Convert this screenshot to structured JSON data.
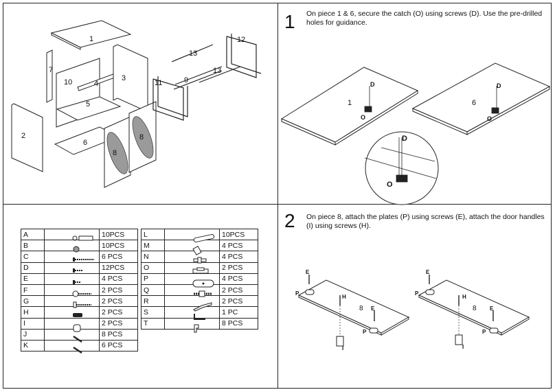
{
  "overview": {
    "piece_labels": [
      "1",
      "7",
      "10",
      "4",
      "3",
      "5",
      "2",
      "6",
      "8",
      "8",
      "13",
      "13",
      "12",
      "11",
      "9"
    ]
  },
  "step1": {
    "number": "1",
    "text_line1": "On piece 1 & 6, secure the catch (O) using screws (D). Use the pre-drilled",
    "text_line2": "holes for guidance.",
    "panel_left_label": "1",
    "panel_right_label": "6",
    "screw_label": "D",
    "catch_label": "O"
  },
  "step2": {
    "number": "2",
    "text_line1": "On piece 8, attach the plates (P) using screws (E), attach the door handles",
    "text_line2": "(I) using screws (H).",
    "panel_label": "8",
    "plate_label": "P",
    "screw_e_label": "E",
    "screw_h_label": "H",
    "handle_label": "I"
  },
  "parts_left": [
    {
      "letter": "A",
      "icon": "dowel-icon",
      "qty": "10PCS"
    },
    {
      "letter": "B",
      "icon": "cam-lock-icon",
      "qty": "10PCS"
    },
    {
      "letter": "C",
      "icon": "long-screw-icon",
      "qty": "6 PCS"
    },
    {
      "letter": "D",
      "icon": "small-screw-icon",
      "qty": "12PCS"
    },
    {
      "letter": "E",
      "icon": "short-screw-icon",
      "qty": "4 PCS"
    },
    {
      "letter": "F",
      "icon": "round-head-screw-icon",
      "qty": "2 PCS"
    },
    {
      "letter": "G",
      "icon": "flat-head-screw-icon",
      "qty": "2 PCS"
    },
    {
      "letter": "H",
      "icon": "bolt-icon",
      "qty": "2 PCS"
    },
    {
      "letter": "I",
      "icon": "handle-knob-icon",
      "qty": "2 PCS"
    },
    {
      "letter": "J",
      "icon": "angled-screw-icon",
      "qty": "8 PCS"
    },
    {
      "letter": "K",
      "icon": "angled-screw-icon",
      "qty": "6 PCS"
    }
  ],
  "parts_right": [
    {
      "letter": "L",
      "icon": "bar-icon",
      "qty": "10PCS"
    },
    {
      "letter": "M",
      "icon": "connector-icon",
      "qty": "4 PCS"
    },
    {
      "letter": "N",
      "icon": "spindle-icon",
      "qty": "4 PCS"
    },
    {
      "letter": "O",
      "icon": "catch-icon",
      "qty": "2 PCS"
    },
    {
      "letter": "P",
      "icon": "plate-icon",
      "qty": "4 PCS"
    },
    {
      "letter": "Q",
      "icon": "threaded-rod-icon",
      "qty": "2 PCS"
    },
    {
      "letter": "R",
      "icon": "bracket-icon",
      "qty": "2 PCS"
    },
    {
      "letter": "S",
      "icon": "allen-key-icon",
      "qty": "1 PC"
    },
    {
      "letter": "T",
      "icon": "clip-icon",
      "qty": "8 PCS"
    }
  ]
}
